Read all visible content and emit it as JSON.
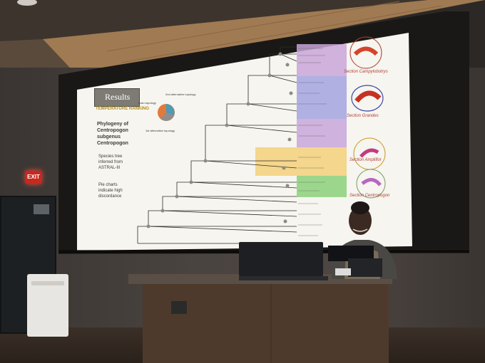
{
  "slide": {
    "badge": "Results",
    "subtitle": "TEMPERATURE RANKING",
    "legend_main": "main topology",
    "legend_2nd": "2nd alternative topology",
    "legend_1st": "1st alternative topology",
    "heading": "Phylogeny of Centropogon subgenus Centropogon",
    "bullets": [
      "Species tree inferred from ASTRAL-III",
      "Pie charts indicate high discordance"
    ],
    "sections": [
      "Section Campylobotrys",
      "Section Grandes",
      "Section Ampliflor",
      "Section Centropogon"
    ],
    "clade_colors": [
      "#c9a6d8",
      "#a3a3e0",
      "#c8a6d9",
      "#f3d07a",
      "#8bd07a"
    ]
  },
  "exit_sign": "EXIT"
}
